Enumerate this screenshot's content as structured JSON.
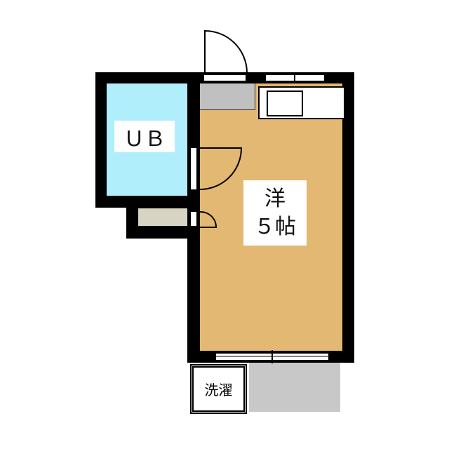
{
  "rooms": {
    "unit_bath": {
      "label": "ＵＢ",
      "color": "#b0eefc"
    },
    "western_room": {
      "type": "洋",
      "size": "５帖",
      "color": "#e2b872"
    },
    "laundry": {
      "label": "洗濯"
    },
    "entrance": {
      "color": "#c0c0c0"
    },
    "closet": {
      "color": "#d8d4c4"
    },
    "balcony": {
      "color": "#c8c8c8"
    }
  }
}
